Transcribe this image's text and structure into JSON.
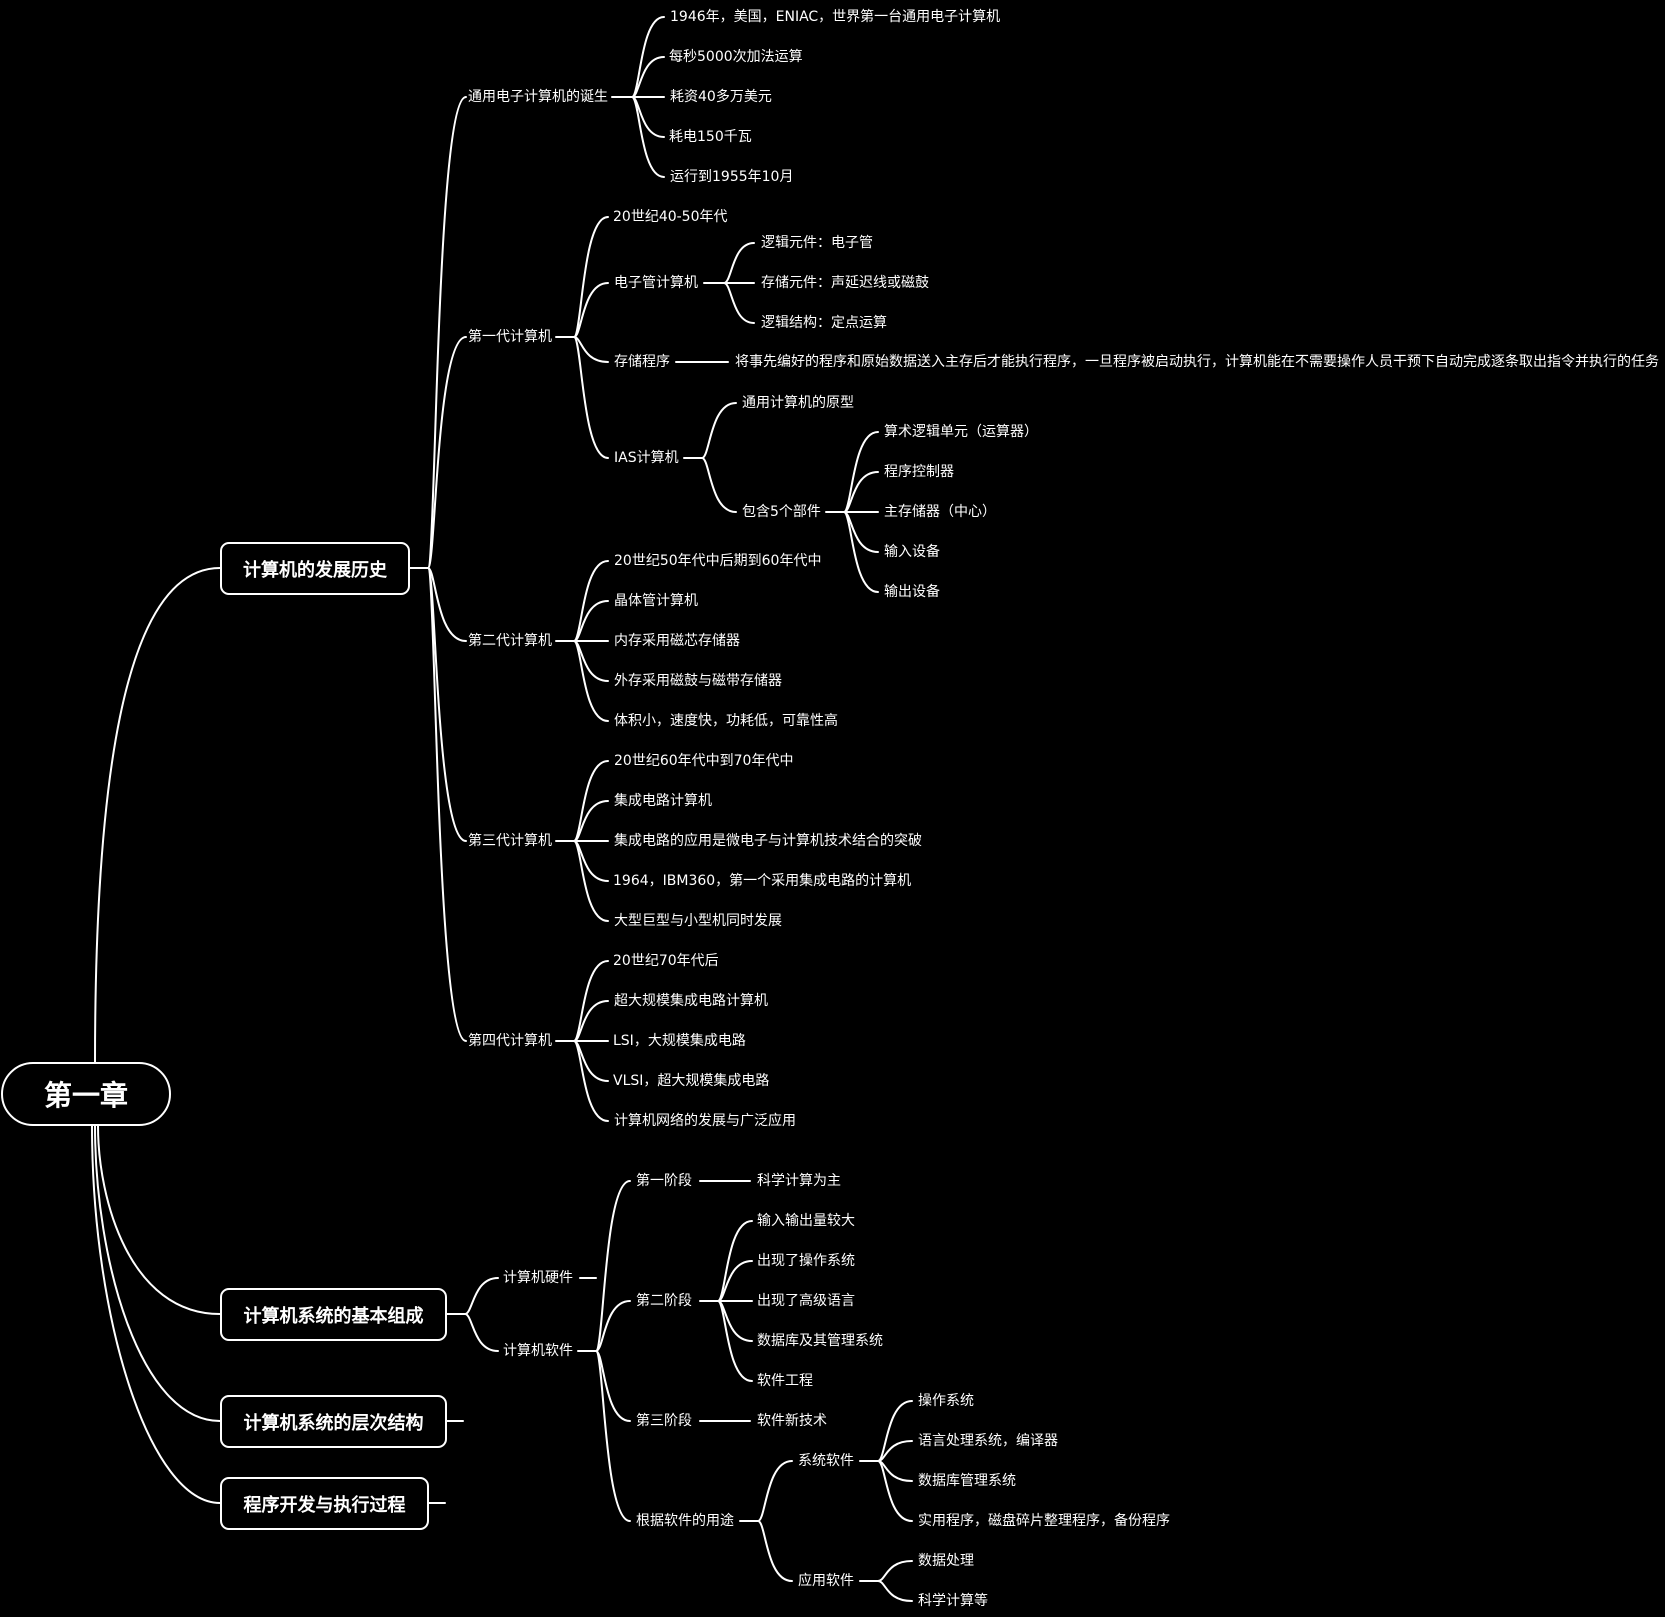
{
  "root": "第一章",
  "branches": {
    "history": "计算机的发展历史",
    "basic": "计算机系统的基本组成",
    "layers": "计算机系统的层次结构",
    "process": "程序开发与执行过程"
  },
  "history": {
    "eniac": {
      "label": "通用电子计算机的诞生",
      "items": [
        "1946年，美国，ENIAC，世界第一台通用电子计算机",
        "每秒5000次加法运算",
        "耗资40多万美元",
        "耗电150千瓦",
        "运行到1955年10月"
      ]
    },
    "gen1": {
      "label": "第一代计算机",
      "era": "20世纪40-50年代",
      "tube": {
        "label": "电子管计算机",
        "items": [
          "逻辑元件：电子管",
          "存储元件：声延迟线或磁鼓",
          "逻辑结构：定点运算"
        ]
      },
      "stored": {
        "label": "存储程序",
        "desc": "将事先编好的程序和原始数据送入主存后才能执行程序，一旦程序被启动执行，计算机能在不需要操作人员干预下自动完成逐条取出指令并执行的任务"
      },
      "ias": {
        "label": "IAS计算机",
        "proto": "通用计算机的原型",
        "parts_label": "包含5个部件",
        "parts": [
          "算术逻辑单元（运算器）",
          "程序控制器",
          "主存储器（中心）",
          "输入设备",
          "输出设备"
        ]
      }
    },
    "gen2": {
      "label": "第二代计算机",
      "items": [
        "20世纪50年代中后期到60年代中",
        "晶体管计算机",
        "内存采用磁芯存储器",
        "外存采用磁鼓与磁带存储器",
        "体积小，速度快，功耗低，可靠性高"
      ]
    },
    "gen3": {
      "label": "第三代计算机",
      "items": [
        "20世纪60年代中到70年代中",
        "集成电路计算机",
        "集成电路的应用是微电子与计算机技术结合的突破",
        "1964，IBM360，第一个采用集成电路的计算机",
        "大型巨型与小型机同时发展"
      ]
    },
    "gen4": {
      "label": "第四代计算机",
      "items": [
        "20世纪70年代后",
        "超大规模集成电路计算机",
        "LSI，大规模集成电路",
        "VLSI，超大规模集成电路",
        "计算机网络的发展与广泛应用"
      ]
    }
  },
  "basic": {
    "hardware": "计算机硬件",
    "software": "计算机软件",
    "stage1": {
      "label": "第一阶段",
      "item": "科学计算为主"
    },
    "stage2": {
      "label": "第二阶段",
      "items": [
        "输入输出量较大",
        "出现了操作系统",
        "出现了高级语言",
        "数据库及其管理系统",
        "软件工程"
      ]
    },
    "stage3": {
      "label": "第三阶段",
      "item": "软件新技术"
    },
    "usage": {
      "label": "根据软件的用途",
      "system": {
        "label": "系统软件",
        "items": [
          "操作系统",
          "语言处理系统，编译器",
          "数据库管理系统",
          "实用程序，磁盘碎片整理程序，备份程序"
        ]
      },
      "app": {
        "label": "应用软件",
        "items": [
          "数据处理",
          "科学计算等"
        ]
      }
    }
  }
}
